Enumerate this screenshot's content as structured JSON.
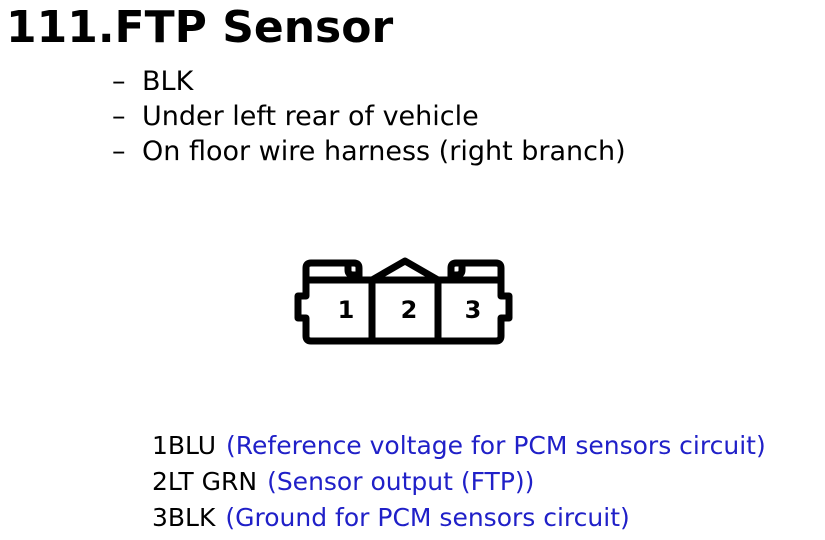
{
  "title": "111.FTP Sensor",
  "notes": [
    {
      "dash": "–",
      "text": "BLK"
    },
    {
      "dash": "–",
      "text": "Under left rear of vehicle"
    },
    {
      "dash": "–",
      "text": "On floor wire harness (right branch)"
    }
  ],
  "connector": {
    "cavities": [
      "1",
      "2",
      "3"
    ]
  },
  "pins": [
    {
      "code": "1BLU",
      "description": "(Reference voltage for PCM sensors circuit)"
    },
    {
      "code": "2LT GRN",
      "description": "(Sensor output (FTP))"
    },
    {
      "code": "3BLK",
      "description": "(Ground for PCM sensors circuit)"
    }
  ],
  "colors": {
    "description_text": "#2020c8",
    "line": "#000000"
  }
}
